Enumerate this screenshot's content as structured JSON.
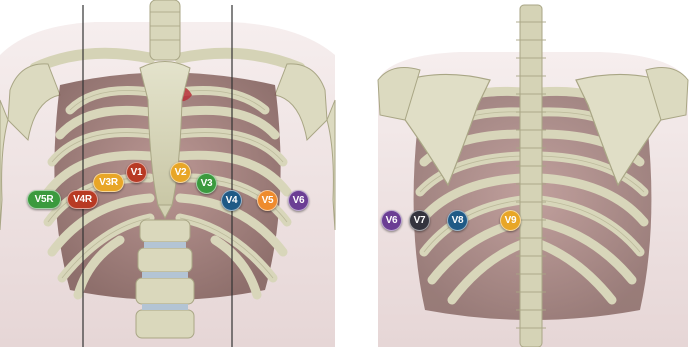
{
  "electrodes": [
    {
      "id": "V1",
      "label": "V1",
      "color": "#b83a24"
    },
    {
      "id": "V2",
      "label": "V2",
      "color": "#e8a627"
    },
    {
      "id": "V3",
      "label": "V3",
      "color": "#3b9a3e"
    },
    {
      "id": "V4",
      "label": "V4",
      "color": "#1f5a86"
    },
    {
      "id": "V5",
      "label": "V5",
      "color": "#ee8b2d"
    },
    {
      "id": "V6",
      "label": "V6",
      "color": "#6b3e94"
    },
    {
      "id": "V3R",
      "label": "V3R",
      "color": "#e8a627"
    },
    {
      "id": "V4R",
      "label": "V4R",
      "color": "#b83a24"
    },
    {
      "id": "V5R",
      "label": "V5R",
      "color": "#3b9a3e"
    },
    {
      "id": "V6back",
      "label": "V6",
      "color": "#6b3e94"
    },
    {
      "id": "V7",
      "label": "V7",
      "color": "#34343e"
    },
    {
      "id": "V8",
      "label": "V8",
      "color": "#1f5a86"
    },
    {
      "id": "V9",
      "label": "V9",
      "color": "#e8a627"
    }
  ]
}
